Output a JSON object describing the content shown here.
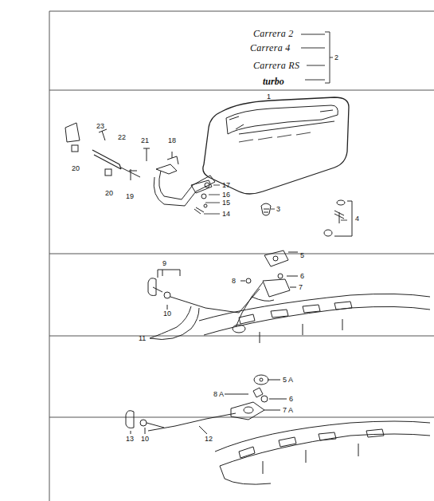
{
  "diagram": {
    "labels": [
      "2",
      "Carrera 2",
      "Carrera 4",
      "Carrera RS",
      "turbo",
      "1",
      "23",
      "22",
      "21",
      "18",
      "20",
      "20",
      "19",
      "17",
      "16",
      "15",
      "14",
      "3",
      "4",
      "5",
      "6",
      "8",
      "7",
      "9",
      "10",
      "11",
      "5 A",
      "8 A",
      "6",
      "7 A",
      "13",
      "10",
      "12"
    ]
  }
}
